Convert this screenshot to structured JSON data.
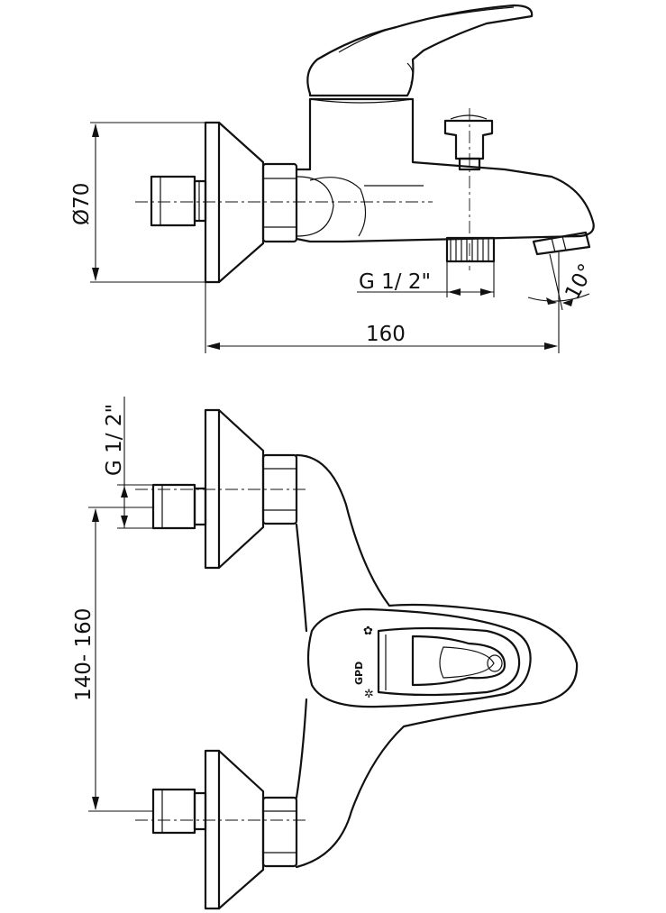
{
  "side_view": {
    "diameter_label": "Ø70",
    "thread_label": "G 1/ 2\"",
    "angle_label": "10°",
    "length_label": "160"
  },
  "top_view": {
    "thread_label": "G 1/ 2\"",
    "spacing_label": "140- 160",
    "logo_text": "GPD",
    "hot_symbol": "✿",
    "cold_symbol": "✲"
  }
}
